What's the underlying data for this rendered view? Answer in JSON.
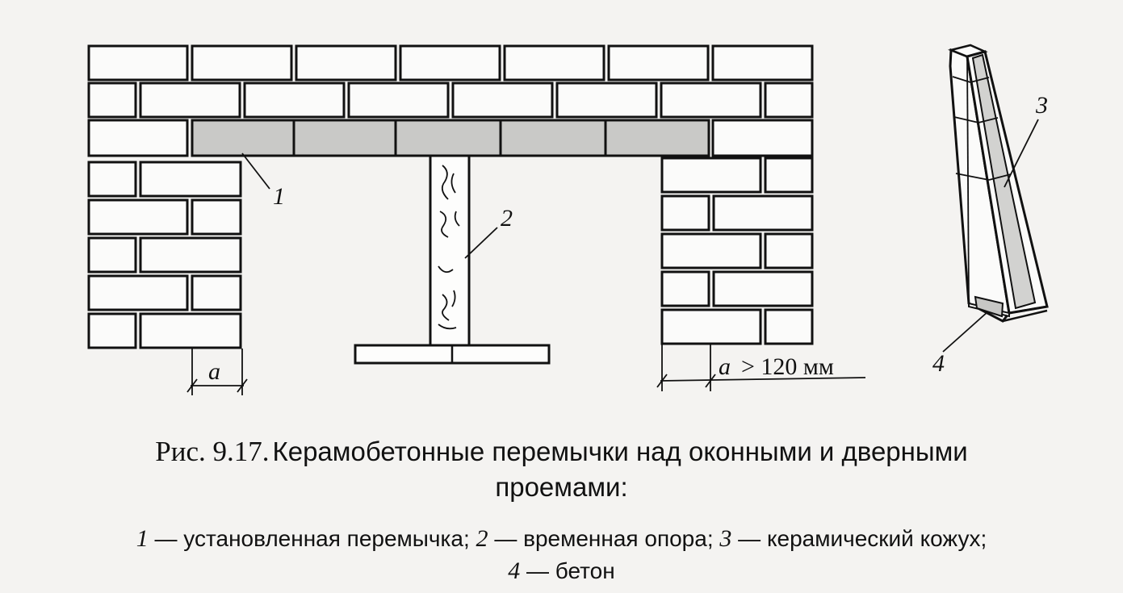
{
  "labels": {
    "n1": "1",
    "n2": "2",
    "n3": "3",
    "n4": "4",
    "dim_a_left": "a",
    "dim_a_right": "a",
    "dim_rule": "> 120 мм"
  },
  "caption": {
    "fig_number": "Рис. 9.17.",
    "title_line1": "Керамобетонные перемычки над оконными и дверными",
    "title_line2": "проемами:",
    "legend": [
      {
        "num": "1",
        "text": "— установленная перемычка;"
      },
      {
        "num": "2",
        "text": "— временная опора;"
      },
      {
        "num": "3",
        "text": "— керамический кожух;"
      },
      {
        "num": "4",
        "text": "— бетон"
      }
    ]
  }
}
